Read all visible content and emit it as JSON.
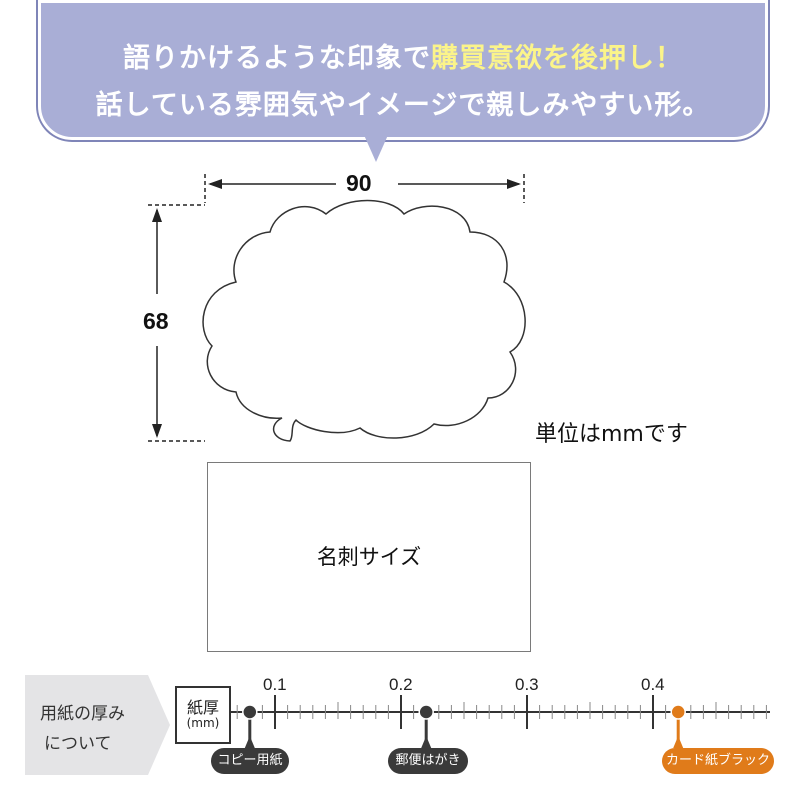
{
  "banner": {
    "line1_pre": "語りかけるような印象で",
    "line1_highlight": "購買意欲を後押し！",
    "line2": "話している雰囲気やイメージで親しみやすい形。"
  },
  "dimensions": {
    "width": "90",
    "height": "68",
    "unit_note": "単位はmmです"
  },
  "card": {
    "label": "名刺サイズ"
  },
  "thickness_scale": {
    "title_line1": "用紙の厚み",
    "title_line2": "について",
    "box_label": "紙厚",
    "box_unit": "(mm)",
    "ticks": [
      "0.1",
      "0.2",
      "0.3",
      "0.4"
    ],
    "markers": [
      {
        "label": "コピー用紙",
        "value": 0.08,
        "color": "#3a3a3a"
      },
      {
        "label": "郵便はがき",
        "value": 0.22,
        "color": "#3a3a3a"
      },
      {
        "label": "カード紙ブラック",
        "value": 0.42,
        "color": "#e07b1a"
      }
    ]
  },
  "colors": {
    "banner_bg": "#a9aed6",
    "highlight": "#fbf48a",
    "accent_orange": "#e07b1a"
  }
}
